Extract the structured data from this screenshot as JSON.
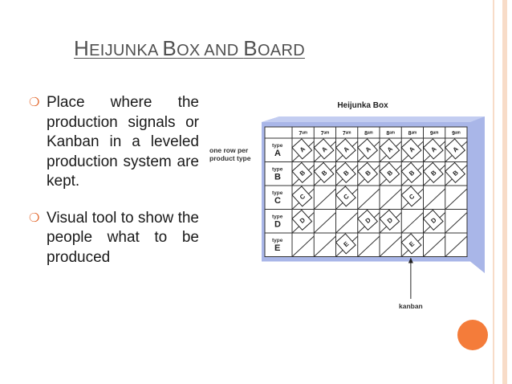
{
  "slide": {
    "title_parts": [
      {
        "text": "H",
        "style": "cap"
      },
      {
        "text": "EIJUNKA ",
        "style": "sc"
      },
      {
        "text": "B",
        "style": "cap"
      },
      {
        "text": "OX AND ",
        "style": "sc"
      },
      {
        "text": "B",
        "style": "cap"
      },
      {
        "text": "OARD",
        "style": "sc"
      }
    ],
    "bullets": [
      "Place where the production signals or Kanban in a leveled production system are kept.",
      "Visual tool to show the people what to be produced"
    ],
    "bullet_glyph": "❍",
    "accent_color": "#e2662b",
    "circle_color": "#f47c3a"
  },
  "figure": {
    "caption": "Heijunka Box",
    "side_label": [
      "one row per",
      "product type"
    ],
    "column_headers": [
      "7ᵃᵐ",
      "7ᵃᵐ",
      "7ᵃᵐ",
      "8ᵃᵐ",
      "8ᵃᵐ",
      "8ᵃᵐ",
      "9ᵃᵐ",
      "9ᵃᵐ"
    ],
    "row_headers": [
      {
        "small": "type",
        "big": "A"
      },
      {
        "small": "type",
        "big": "B"
      },
      {
        "small": "type",
        "big": "C"
      },
      {
        "small": "type",
        "big": "D"
      },
      {
        "small": "type",
        "big": "E"
      }
    ],
    "cards": [
      {
        "letter": "A",
        "cols": [
          0,
          1,
          2,
          3,
          4,
          5,
          6,
          7
        ]
      },
      {
        "letter": "B",
        "cols": [
          0,
          1,
          2,
          3,
          4,
          5,
          6,
          7
        ]
      },
      {
        "letter": "C",
        "cols": [
          0,
          2,
          5
        ]
      },
      {
        "letter": "D",
        "cols": [
          0,
          3,
          4,
          6
        ]
      },
      {
        "letter": "E",
        "cols": [
          2,
          5
        ]
      }
    ],
    "arrow_label": "kanban",
    "box_color": "#a9b6e8"
  }
}
